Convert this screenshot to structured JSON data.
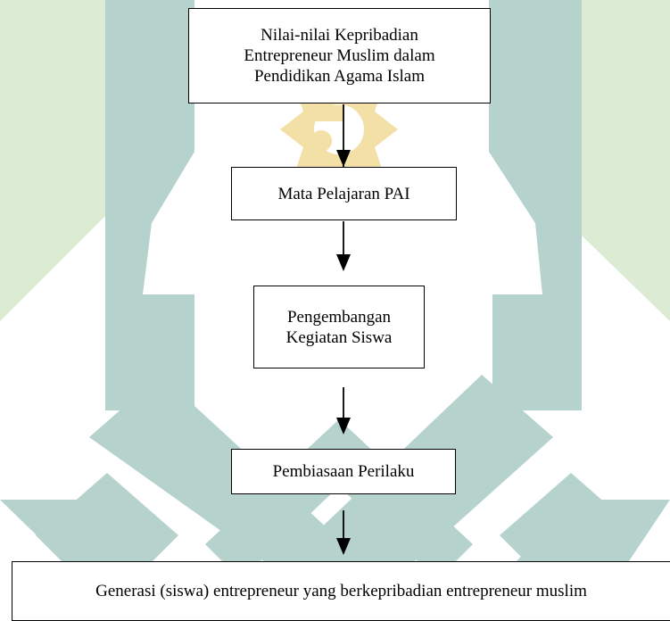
{
  "watermark": {
    "colors": {
      "teal": "#b5d2cd",
      "green": "#dcebd3",
      "gold": "#f3e0a6"
    },
    "icon": "university-logo-watermark"
  },
  "diagram": {
    "nodes": [
      {
        "id": "nilai",
        "label": "Nilai-nilai Kepribadian Entrepreneur Muslim dalam Pendidikan Agama Islam"
      },
      {
        "id": "mapel",
        "label": "Mata Pelajaran PAI"
      },
      {
        "id": "pengembangan",
        "label": "Pengembangan Kegiatan Siswa"
      },
      {
        "id": "pembiasaan",
        "label": "Pembiasaan Perilaku"
      },
      {
        "id": "generasi",
        "label": "Generasi (siswa) entrepreneur yang berkepribadian entrepreneur muslim"
      }
    ],
    "edges": [
      {
        "from": "nilai",
        "to": "mapel"
      },
      {
        "from": "mapel",
        "to": "pengembangan"
      },
      {
        "from": "pengembangan",
        "to": "pembiasaan"
      },
      {
        "from": "pembiasaan",
        "to": "generasi"
      }
    ]
  }
}
